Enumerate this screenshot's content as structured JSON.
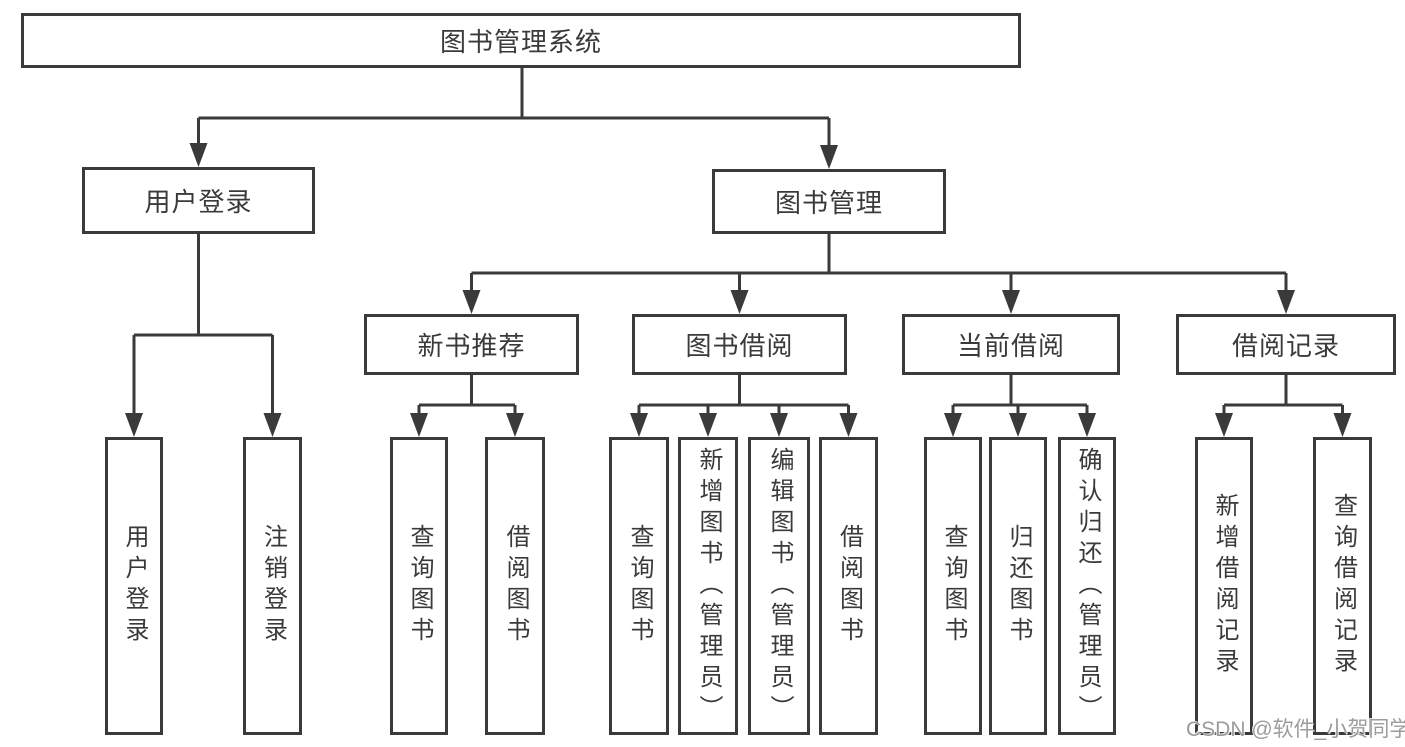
{
  "tree": {
    "label": "图书管理系统",
    "children": [
      {
        "label": "用户登录",
        "children": [
          {
            "label": "用户登录"
          },
          {
            "label": "注销登录"
          }
        ]
      },
      {
        "label": "图书管理",
        "children": [
          {
            "label": "新书推荐",
            "children": [
              {
                "label": "查询图书"
              },
              {
                "label": "借阅图书"
              }
            ]
          },
          {
            "label": "图书借阅",
            "children": [
              {
                "label": "查询图书"
              },
              {
                "label": "新增图书（管理员）"
              },
              {
                "label": "编辑图书（管理员）"
              },
              {
                "label": "借阅图书"
              }
            ]
          },
          {
            "label": "当前借阅",
            "children": [
              {
                "label": "查询图书"
              },
              {
                "label": "归还图书"
              },
              {
                "label": "确认归还（管理员）"
              }
            ]
          },
          {
            "label": "借阅记录",
            "children": [
              {
                "label": "新增借阅记录"
              },
              {
                "label": "查询借阅记录"
              }
            ]
          }
        ]
      }
    ]
  },
  "watermark": {
    "text": "CSDN @软件_小贺同学"
  },
  "colors": {
    "line": "#3a3a3a",
    "text": "#3a3a3a",
    "watermark": "#9c9c9c",
    "background": "#ffffff"
  }
}
